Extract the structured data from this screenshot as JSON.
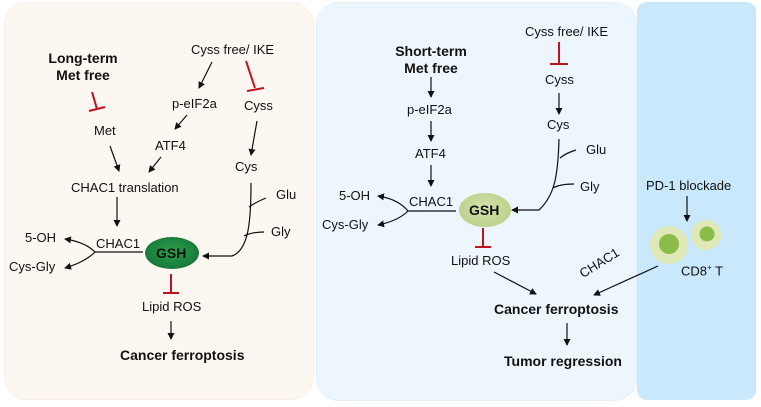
{
  "colors": {
    "left_panel_bg": "#fdf7f2",
    "middle_panel_bg": "#eef6fd",
    "right_panel_bg": "#c9e8fb",
    "inhibition_red": "#c0131b",
    "gsh_dark_green": "#1f8a3a",
    "gsh_light_green": "#c5d99a",
    "cell_outer": "#dfe9b8",
    "cell_inner": "#8bbb48"
  },
  "left_panel": {
    "title_line1": "Long-term",
    "title_line2": "Met free",
    "met": "Met",
    "cyss_free_ike": "Cyss free/ IKE",
    "p_eif2a": "p-eIF2a",
    "atf4": "ATF4",
    "cyss": "Cyss",
    "cys": "Cys",
    "chac1_translation": "CHAC1 translation",
    "glu": "Glu",
    "gly": "Gly",
    "five_oh": "5-OH",
    "chac1": "CHAC1",
    "cys_gly": "Cys-Gly",
    "gsh": "GSH",
    "lipid_ros": "Lipid ROS",
    "outcome": "Cancer ferroptosis"
  },
  "middle_panel": {
    "title_line1": "Short-term",
    "title_line2": "Met free",
    "p_eif2a": "p-eIF2a",
    "atf4": "ATF4",
    "cyss_free_ike": "Cyss free/ IKE",
    "cyss": "Cyss",
    "cys": "Cys",
    "glu": "Glu",
    "gly": "Gly",
    "five_oh": "5-OH",
    "chac1": "CHAC1",
    "cys_gly": "Cys-Gly",
    "gsh": "GSH",
    "lipid_ros": "Lipid ROS",
    "outcome": "Cancer ferroptosis",
    "final_outcome": "Tumor regression",
    "chac1_diagonal": "CHAC1"
  },
  "right_panel": {
    "pd1": "PD-1 blockade",
    "cd8_main": "CD8",
    "cd8_sup": "+",
    "cd8_suffix": " T"
  }
}
